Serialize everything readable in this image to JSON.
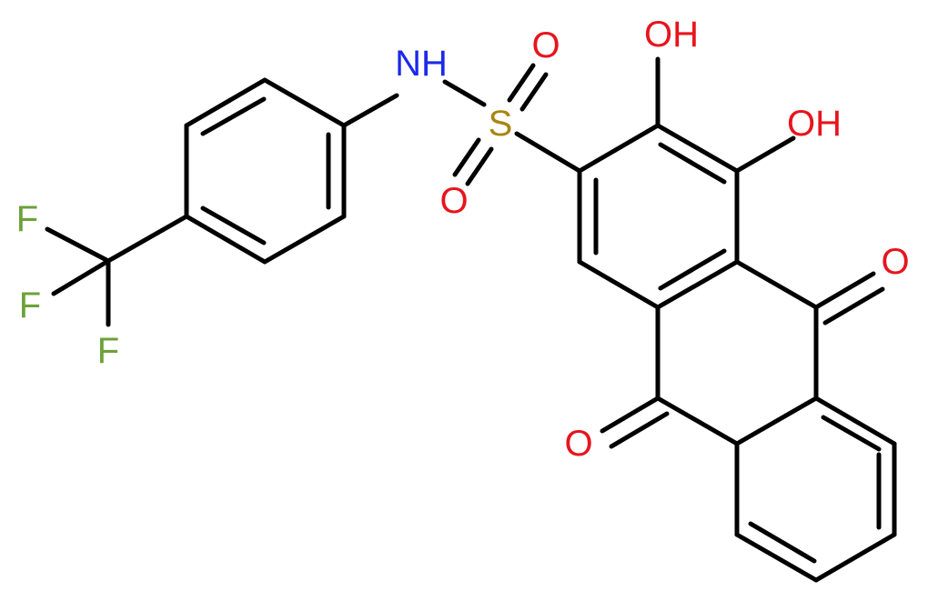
{
  "molecule": {
    "atoms": [
      {
        "id": "F1",
        "label": "F",
        "color": "#6ca13a"
      },
      {
        "id": "F2",
        "label": "F",
        "color": "#6ca13a"
      },
      {
        "id": "F3",
        "label": "F",
        "color": "#6ca13a"
      },
      {
        "id": "NH",
        "label": "NH",
        "color": "#1d2ae8"
      },
      {
        "id": "S",
        "label": "S",
        "color": "#a8860f"
      },
      {
        "id": "O_s1",
        "label": "O",
        "color": "#e8141d"
      },
      {
        "id": "O_s2",
        "label": "O",
        "color": "#e8141d"
      },
      {
        "id": "OH1",
        "label": "OH",
        "color": "#e8141d"
      },
      {
        "id": "OH2",
        "label": "OH",
        "color": "#e8141d"
      },
      {
        "id": "O_k1",
        "label": "O",
        "color": "#e8141d"
      },
      {
        "id": "O_k2",
        "label": "O",
        "color": "#e8141d"
      }
    ],
    "bond_color": "#000000"
  }
}
